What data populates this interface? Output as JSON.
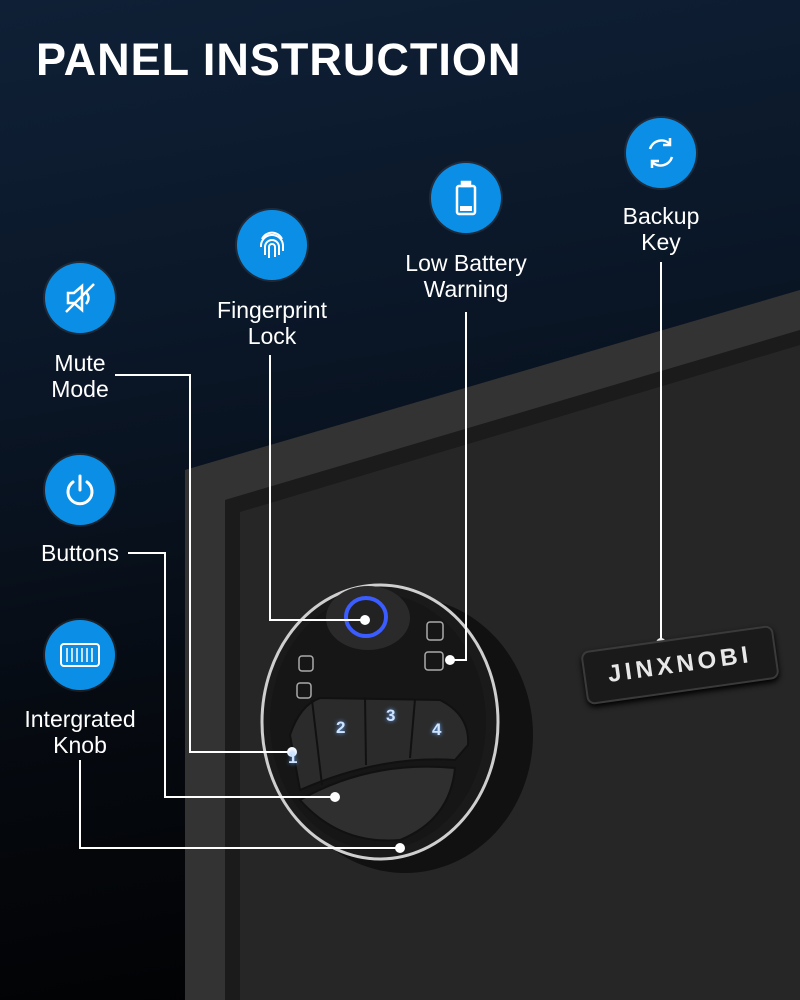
{
  "title": "PANEL INSTRUCTION",
  "features": {
    "mute": {
      "label_line1": "Mute",
      "label_line2": "Mode",
      "icon": "mute-speaker-icon"
    },
    "buttons": {
      "label": "Buttons",
      "icon": "power-icon"
    },
    "knob": {
      "label_line1": "Intergrated",
      "label_line2": "Knob",
      "icon": "knob-grip-icon"
    },
    "fingerprint": {
      "label_line1": "Fingerprint",
      "label_line2": "Lock",
      "icon": "fingerprint-icon"
    },
    "battery": {
      "label_line1": "Low Battery",
      "label_line2": "Warning",
      "icon": "battery-icon"
    },
    "backup": {
      "label_line1": "Backup",
      "label_line2": "Key",
      "icon": "refresh-icon"
    }
  },
  "keypad": {
    "keys": [
      "1",
      "2",
      "3",
      "4"
    ]
  },
  "brand": "JINXNOBI",
  "colors": {
    "accent": "#0b8fe6",
    "safe": "#2a2a2a"
  }
}
